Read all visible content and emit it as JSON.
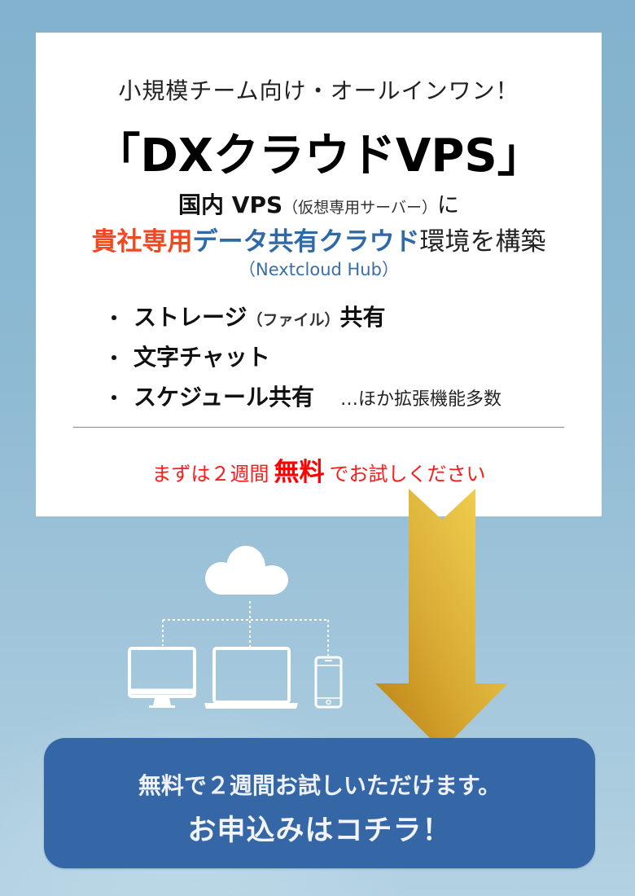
{
  "card": {
    "subtitle": "小規模チーム向け・オールインワン！",
    "title": "「DXクラウドVPS」",
    "vps_line": {
      "strong": "国内 VPS",
      "paren": "（仮想専用サーバー）",
      "suffix": "に"
    },
    "build_line": {
      "orange": "貴社専用",
      "blue": "データ共有クラウド",
      "suffix": "環境を構築"
    },
    "hub": "（Nextcloud Hub）",
    "features": [
      {
        "bullet": "・",
        "main": "ストレージ",
        "small": "（ファイル）",
        "tail": "共有",
        "extra": ""
      },
      {
        "bullet": "・",
        "main": "文字チャット",
        "small": "",
        "tail": "",
        "extra": ""
      },
      {
        "bullet": "・",
        "main": "スケジュール共有",
        "small": "",
        "tail": "",
        "extra": "…ほか拡張機能多数"
      }
    ],
    "trial": {
      "prefix": "まずは２週間",
      "free": "無料",
      "suffix": "でお試しください"
    }
  },
  "illustration": {
    "icons": [
      "cloud-icon",
      "desktop-monitor-icon",
      "laptop-icon",
      "smartphone-icon"
    ]
  },
  "arrow": {
    "icon": "arrow-down-icon",
    "color_top": "#f3d24f",
    "color_bottom": "#bf8412"
  },
  "cta": {
    "line1": "無料で２週間お試しいただけます。",
    "line2": "お申込みはコチラ！",
    "color": "#3566a6"
  },
  "colors": {
    "orange": "#f2471f",
    "blue": "#2f6aa6",
    "red": "#ff0000"
  }
}
